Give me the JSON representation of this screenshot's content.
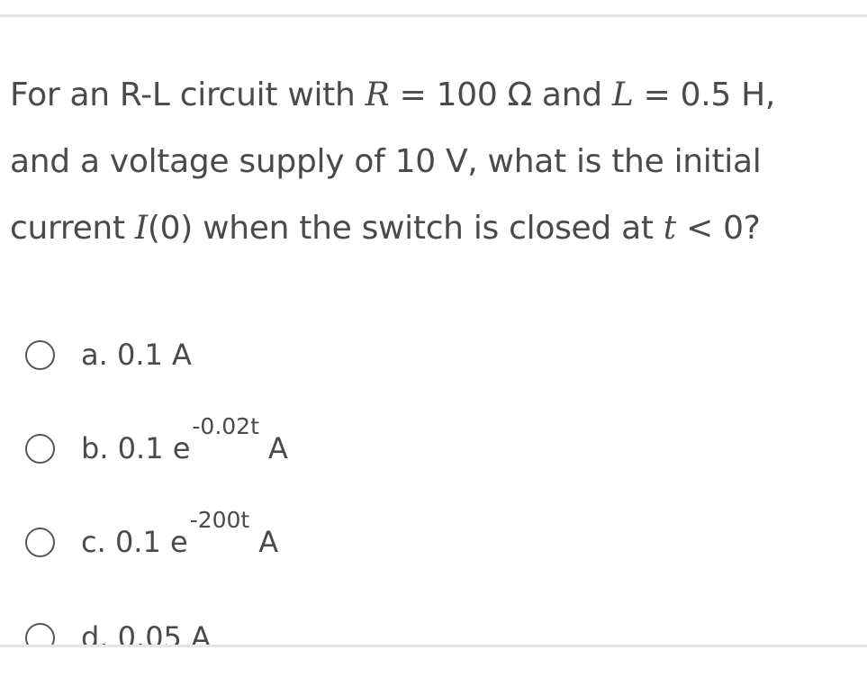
{
  "question": {
    "line1": {
      "pre": "For an R-L circuit with ",
      "var_r": "R",
      "mid1": " = 100 Ω and ",
      "var_l": "L",
      "post": " = 0.5 H,"
    },
    "line2": "and a voltage supply of 10 V, what is the initial",
    "line3": {
      "pre": "current ",
      "var_i": "I",
      "mid": "(0) when the switch is closed at ",
      "var_t": "t",
      "post": " < 0?"
    }
  },
  "options": [
    {
      "label": "a. 0.1 A"
    },
    {
      "base": "b. 0.1 e",
      "exponent": "-0.02t",
      "unit": "A"
    },
    {
      "base": "c. 0.1 e",
      "exponent": "-200t",
      "unit": "A"
    },
    {
      "label": "d. 0.05 A"
    }
  ]
}
